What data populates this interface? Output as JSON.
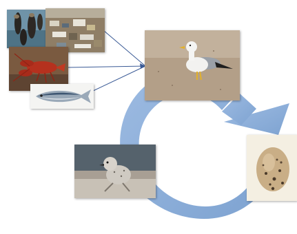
{
  "diagram": {
    "kind": "life-cycle",
    "colors": {
      "cycle_arrow": "#8fb0d9",
      "connector": "#3a5a96",
      "background": "#ffffff"
    },
    "food_sources": [
      {
        "id": "mussels",
        "subject": "mussels-icon"
      },
      {
        "id": "refuse",
        "subject": "garbage-icon"
      },
      {
        "id": "crayfish",
        "subject": "crayfish-icon"
      },
      {
        "id": "sardine",
        "subject": "fish-icon"
      }
    ],
    "cycle_stages": [
      {
        "id": "adult",
        "subject": "gull-adult-icon"
      },
      {
        "id": "egg",
        "subject": "egg-icon"
      },
      {
        "id": "chick",
        "subject": "gull-chick-icon"
      }
    ]
  }
}
